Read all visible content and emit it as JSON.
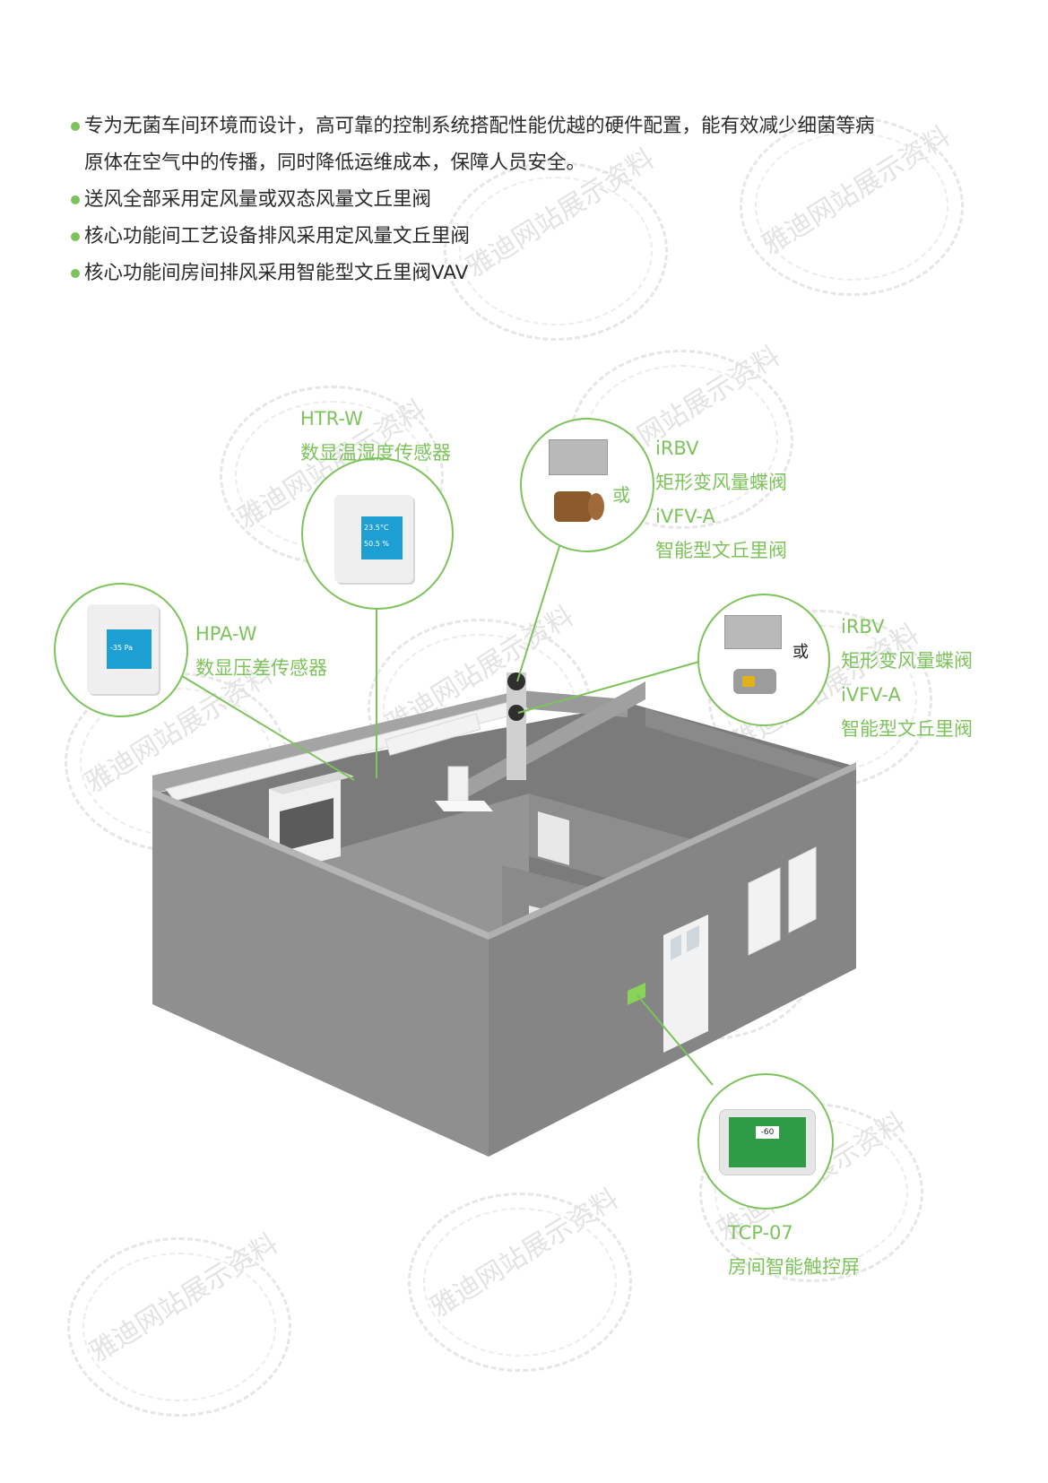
{
  "bullets": [
    {
      "text": "专为无菌车间环境而设计，高可靠的控制系统搭配性能优越的硬件配置，能有效减少细菌等病"
    },
    {
      "text": "原体在空气中的传播，同时降低运维成本，保障人员安全。"
    },
    {
      "text": "送风全部采用定风量或双态风量文丘里阀"
    },
    {
      "text": "核心功能间工艺设备排风采用定风量文丘里阀"
    },
    {
      "text": "核心功能间房间排风采用智能型文丘里阀VAV"
    }
  ],
  "watermark": "雅迪网站展示资料",
  "devices": {
    "htr": {
      "model": "HTR-W",
      "name": "数显温湿度传感器",
      "temp": "23.5°C",
      "humidity": "50.5 %"
    },
    "hpa": {
      "model": "HPA-W",
      "name": "数显压差传感器",
      "pressure": "-35 Pa"
    },
    "valve1": {
      "model1": "iRBV",
      "name1": "矩形变风量蝶阀",
      "model2": "iVFV-A",
      "name2": "智能型文丘里阀",
      "or": "或"
    },
    "valve2": {
      "model1": "iRBV",
      "name1": "矩形变风量蝶阀",
      "model2": "iVFV-A",
      "name2": "智能型文丘里阀",
      "or": "或"
    },
    "tcp": {
      "model": "TCP-07",
      "name": "房间智能触控屏",
      "screen_value": "-60"
    }
  },
  "colors": {
    "accent": "#7dc35b",
    "wall": "#8f8f8f",
    "floor": "#7b7b7b"
  }
}
